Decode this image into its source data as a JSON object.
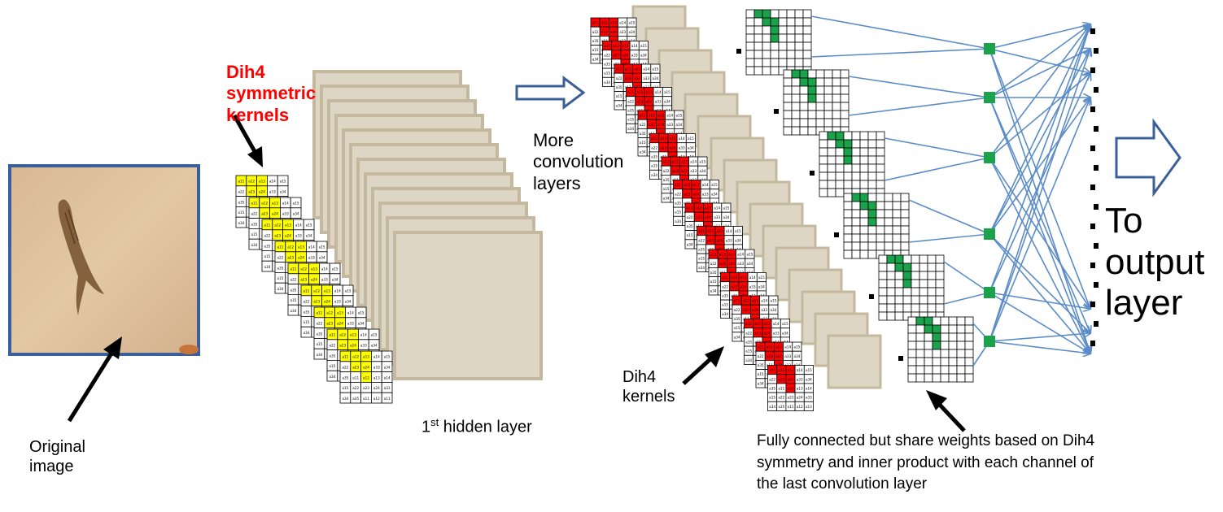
{
  "labels": {
    "kernels_title": "Dih4 symmetric kernels",
    "original_image": "Original image",
    "hidden_layer_prefix": "1",
    "hidden_layer_sup": "st",
    "hidden_layer_suffix": " hidden layer",
    "more_conv": "More convolution layers",
    "dih4_kernels": "Dih4 kernels",
    "to_output": "To output layer",
    "fully_connected": "Fully connected but share weights based on Dih4  symmetry and inner product with each channel of the last convolution layer"
  },
  "kernel_cell_labels": [
    "a11",
    "a12",
    "a13",
    "a14",
    "a15",
    "a22",
    "a23",
    "a24",
    "a33",
    "a34",
    "a35"
  ],
  "colors": {
    "frame_blue": "#3a5f9a",
    "sand_fill": "#ddd6c4",
    "sand_border": "#c4b99e",
    "kernel_yellow": "#ffff00",
    "kernel_red": "#ff0000",
    "kernel_green": "#1aa34a",
    "connection_blue": "#5b8cc8",
    "title_red": "#ff0000"
  },
  "icons": [
    "arrow-right-hollow-icon",
    "black-arrow-icon",
    "fish-fossil-image"
  ]
}
